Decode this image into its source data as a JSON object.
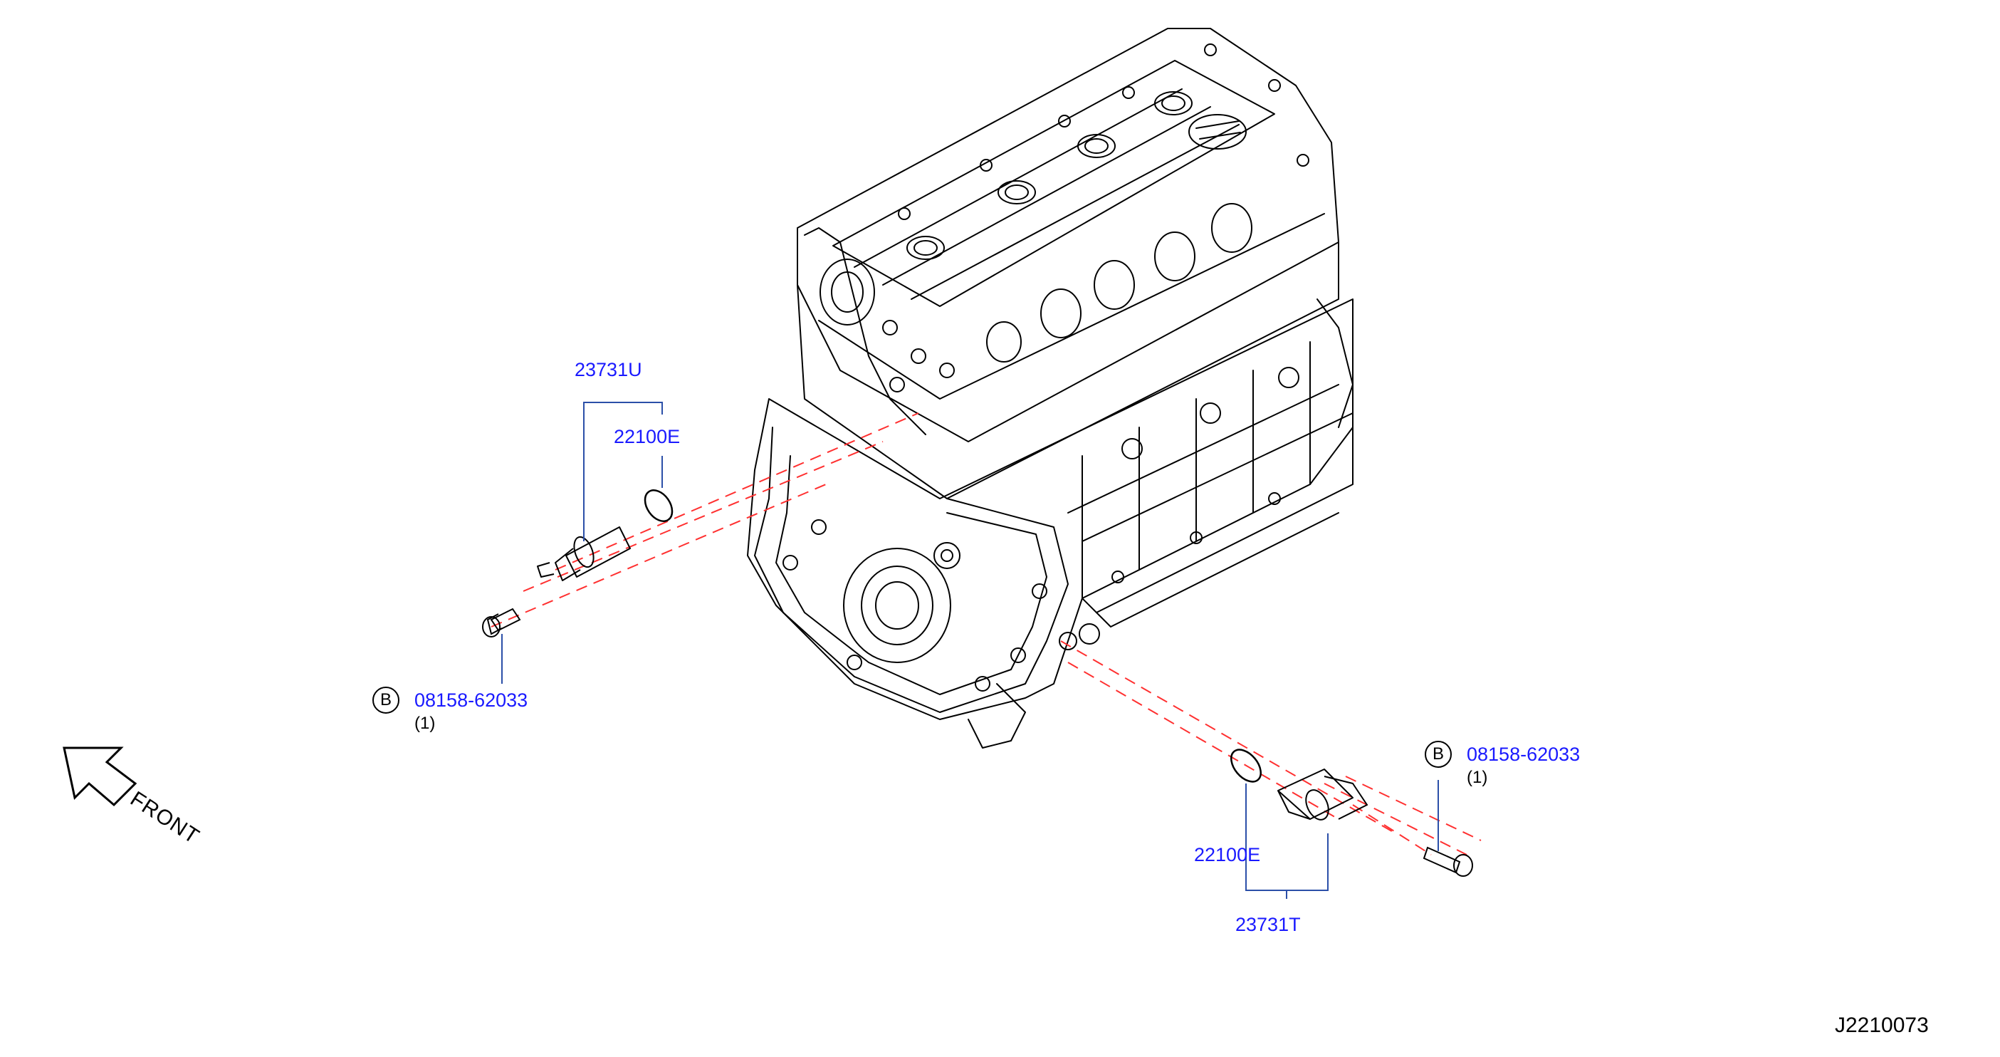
{
  "labels": {
    "sensor_upper": "23731U",
    "oring_upper": "22100E",
    "bolt_upper_ref": "B",
    "bolt_upper": "08158-62033",
    "bolt_upper_qty": "(1)",
    "bolt_lower_ref": "B",
    "bolt_lower": "08158-62033",
    "bolt_lower_qty": "(1)",
    "oring_lower": "22100E",
    "sensor_lower": "23731T",
    "front": "FRONT",
    "diagram_id": "J2210073"
  },
  "colors": {
    "part_number": "#1a1aff",
    "leader_line": "#2b4fa8",
    "projection_line": "#ff3030",
    "drawing": "#000000"
  }
}
